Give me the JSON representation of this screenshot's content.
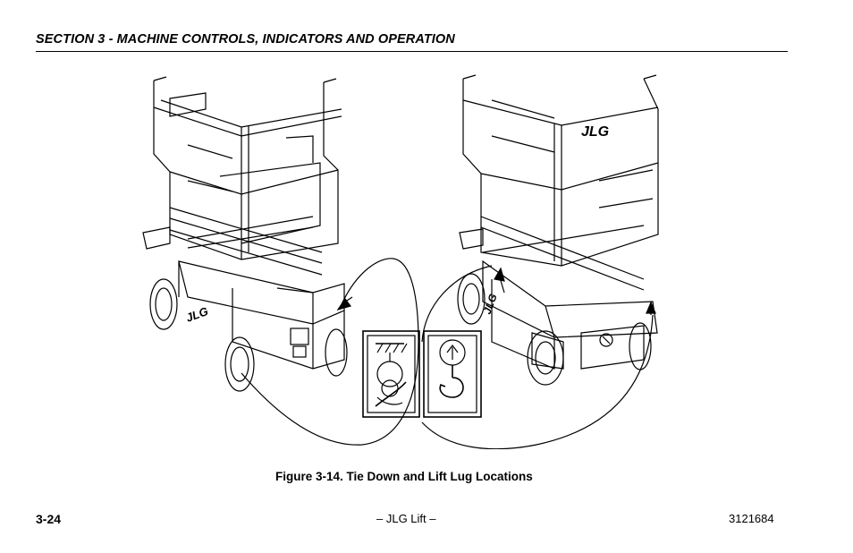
{
  "header": {
    "section_title": "SECTION 3 - MACHINE CONTROLS, INDICATORS AND OPERATION"
  },
  "figure": {
    "caption": "Figure 3-14. Tie Down and Lift Lug Locations",
    "brand_logo_left": "JLG",
    "brand_logo_right": "JLG",
    "brand_logo_side_left": "JLG",
    "brand_logo_side_right": "JLG",
    "decals": [
      "tie-down-decal",
      "lift-lug-decal"
    ]
  },
  "footer": {
    "page_number": "3-24",
    "center_text": "– JLG Lift –",
    "doc_number": "3121684"
  }
}
